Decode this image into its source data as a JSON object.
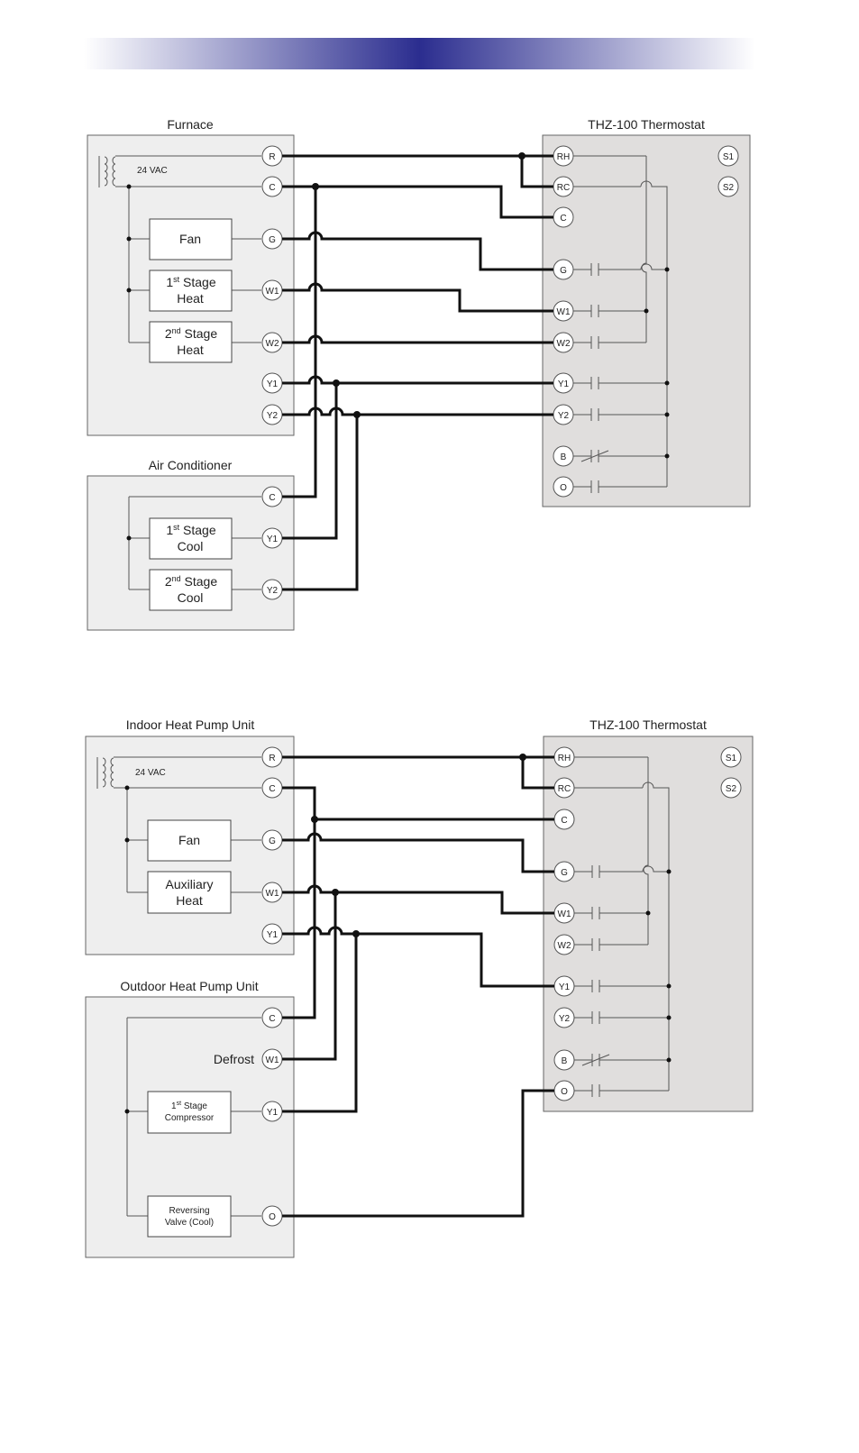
{
  "diagram1": {
    "furnace": {
      "title": "Furnace",
      "transformer": "24 VAC",
      "fan": "Fan",
      "heat1_sup": "st",
      "heat1_a": "1",
      "heat1_b": " Stage",
      "heat1_c": "Heat",
      "heat2_sup": "nd",
      "heat2_a": "2",
      "heat2_b": " Stage",
      "heat2_c": "Heat",
      "terminals": [
        "R",
        "C",
        "G",
        "W1",
        "W2",
        "Y1",
        "Y2"
      ]
    },
    "ac": {
      "title": "Air Conditioner",
      "cool1_a": "1",
      "cool1_sup": "st",
      "cool1_b": " Stage",
      "cool1_c": "Cool",
      "cool2_a": "2",
      "cool2_sup": "nd",
      "cool2_b": " Stage",
      "cool2_c": "Cool",
      "terminals": [
        "C",
        "Y1",
        "Y2"
      ]
    },
    "thermostat": {
      "title": "THZ-100 Thermostat",
      "terminals": [
        "RH",
        "RC",
        "C",
        "G",
        "W1",
        "W2",
        "Y1",
        "Y2",
        "B",
        "O"
      ],
      "sensors": [
        "S1",
        "S2"
      ]
    }
  },
  "diagram2": {
    "indoor": {
      "title": "Indoor Heat Pump Unit",
      "transformer": "24 VAC",
      "fan": "Fan",
      "aux_a": "Auxiliary",
      "aux_b": "Heat",
      "terminals": [
        "R",
        "C",
        "G",
        "W1",
        "Y1"
      ]
    },
    "outdoor": {
      "title": "Outdoor Heat Pump Unit",
      "defrost": "Defrost",
      "comp_a": "1",
      "comp_sup": "st",
      "comp_b": " Stage",
      "comp_c": "Compressor",
      "rev_a": "Reversing",
      "rev_b": "Valve (Cool)",
      "terminals": [
        "C",
        "W1",
        "Y1",
        "O"
      ]
    },
    "thermostat": {
      "title": "THZ-100 Thermostat",
      "terminals": [
        "RH",
        "RC",
        "C",
        "G",
        "W1",
        "W2",
        "Y1",
        "Y2",
        "B",
        "O"
      ],
      "sensors": [
        "S1",
        "S2"
      ]
    }
  },
  "colors": {
    "header_center": "#2b2d8f",
    "header_edge": "#ffffff",
    "unit_fill": "#eeeeee",
    "thermostat_fill": "#e0dedd"
  }
}
